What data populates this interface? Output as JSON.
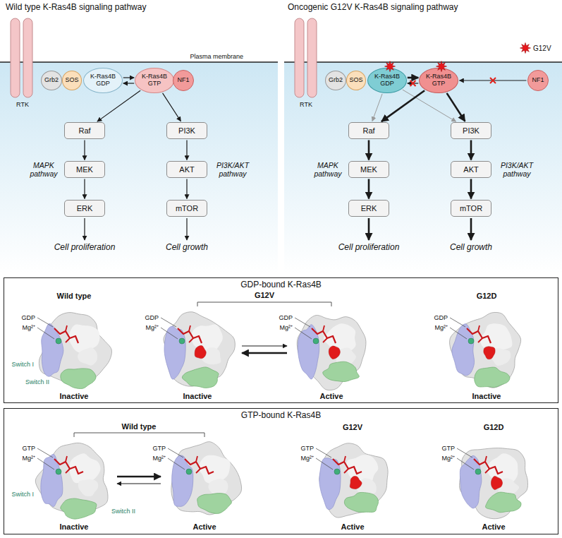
{
  "diagram": {
    "nodes": [
      {
        "text": [
          "Grb2"
        ]
      },
      {
        "text": [
          "SOS"
        ]
      },
      {
        "text": [
          "K-Ras4B GDP"
        ]
      },
      {
        "text": [
          "K-Ras4B GTP"
        ]
      },
      {
        "text": [
          "NF1"
        ]
      },
      {
        "text": [
          "Raf"
        ]
      },
      {
        "text": [
          "MEK"
        ]
      },
      {
        "text": [
          "ERK"
        ]
      },
      {
        "text": [
          "PI3K"
        ]
      },
      {
        "text": [
          "AKT"
        ]
      },
      {
        "text": [
          "mTOR"
        ]
      },
      {
        "text": [
          "Grb2"
        ]
      },
      {
        "text": [
          "SOS"
        ]
      },
      {
        "text": [
          "K-Ras4B GDP"
        ]
      },
      {
        "text": [
          "K-Ras4B GTP"
        ]
      },
      {
        "text": [
          "NF1"
        ]
      },
      {
        "text": [
          "Raf"
        ]
      },
      {
        "text": [
          "MEK"
        ]
      },
      {
        "text": [
          "ERK"
        ]
      },
      {
        "text": [
          "PI3K"
        ]
      },
      {
        "text": [
          "AKT"
        ]
      },
      {
        "text": [
          "mTOR"
        ]
      },
      {
        "text": [
          "GDP-bound K-Ras4B"
        ]
      },
      {
        "text": [
          "GTP-bound K-Ras4B"
        ]
      }
    ],
    "edges": [
      {
        "from": 2,
        "to": 3,
        "arrow": "to"
      },
      {
        "from": 3,
        "to": 2,
        "arrow": "to"
      },
      {
        "from": 3,
        "to": 5,
        "arrow": "to"
      },
      {
        "from": 3,
        "to": 8,
        "arrow": "to"
      },
      {
        "from": 5,
        "to": 6,
        "arrow": "to"
      },
      {
        "from": 6,
        "to": 7,
        "arrow": "to"
      },
      {
        "from": 8,
        "to": 9,
        "arrow": "to"
      },
      {
        "from": 9,
        "to": 10,
        "arrow": "to"
      },
      {
        "from": 13,
        "to": 14,
        "arrow": "to"
      },
      {
        "from": 14,
        "to": 13,
        "arrow": "to"
      },
      {
        "from": 15,
        "to": 14,
        "arrow": "to"
      },
      {
        "from": 13,
        "to": 16,
        "arrow": "to"
      },
      {
        "from": 13,
        "to": 19,
        "arrow": "to"
      },
      {
        "from": 14,
        "to": 16,
        "arrow": "to"
      },
      {
        "from": 14,
        "to": 19,
        "arrow": "to"
      },
      {
        "from": 16,
        "to": 17,
        "arrow": "to"
      },
      {
        "from": 17,
        "to": 18,
        "arrow": "to"
      },
      {
        "from": 19,
        "to": 20,
        "arrow": "to"
      },
      {
        "from": 20,
        "to": 21,
        "arrow": "to"
      }
    ],
    "labels": [
      "Wild type K-Ras4B signaling pathway",
      "Plasma membrane",
      "RTK",
      "MAPK pathway",
      "PI3K/AKT pathway",
      "Cell proliferation",
      "Cell growth",
      "Oncogenic G12V K-Ras4B signaling pathway",
      "RTK",
      "MAPK pathway",
      "PI3K/AKT pathway",
      "Cell proliferation",
      "Cell growth",
      "Wild type",
      "GDP",
      "Mg²⁺",
      "Switch I",
      "Switch II",
      "Inactive",
      "G12V",
      "GDP",
      "Mg²⁺",
      "Inactive",
      "GDP",
      "Mg²⁺",
      "Active",
      "G12D",
      "GDP",
      "Mg²⁺",
      "Inactive",
      "Wild type",
      "GTP",
      "Mg²⁺",
      "Switch I",
      "Switch II",
      "Inactive",
      "GTP",
      "Mg²⁺",
      "Active",
      "G12V",
      "GTP",
      "Mg²⁺",
      "Active",
      "G12D",
      "GTP",
      "Mg²⁺",
      "Active"
    ],
    "legend": [
      {
        "text": "G12V"
      }
    ]
  }
}
